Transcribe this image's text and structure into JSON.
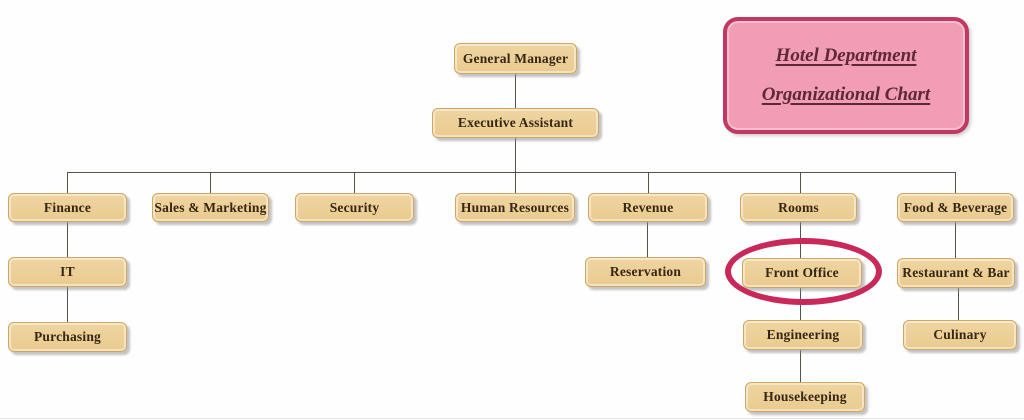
{
  "title_box": {
    "line1": "Hotel Department",
    "line2": "Organizational Chart"
  },
  "nodes": {
    "general_manager": "General Manager",
    "executive_assistant": "Executive Assistant",
    "finance": "Finance",
    "sales_marketing": "Sales & Marketing",
    "security": "Security",
    "human_resources": "Human Resources",
    "revenue": "Revenue",
    "rooms": "Rooms",
    "food_beverage": "Food & Beverage",
    "it": "IT",
    "purchasing": "Purchasing",
    "reservation": "Reservation",
    "front_office": "Front Office",
    "engineering": "Engineering",
    "housekeeping": "Housekeeping",
    "restaurant_bar": "Restaurant & Bar",
    "culinary": "Culinary"
  },
  "hierarchy": [
    {
      "parent": "General Manager",
      "children": [
        "Executive Assistant"
      ]
    },
    {
      "parent": "Executive Assistant",
      "children": [
        "Finance",
        "Sales & Marketing",
        "Security",
        "Human Resources",
        "Revenue",
        "Rooms",
        "Food & Beverage"
      ]
    },
    {
      "parent": "Finance",
      "children": [
        "IT"
      ]
    },
    {
      "parent": "IT",
      "children": [
        "Purchasing"
      ]
    },
    {
      "parent": "Revenue",
      "children": [
        "Reservation"
      ]
    },
    {
      "parent": "Rooms",
      "children": [
        "Front Office"
      ]
    },
    {
      "parent": "Front Office",
      "children": [
        "Engineering"
      ]
    },
    {
      "parent": "Engineering",
      "children": [
        "Housekeeping"
      ]
    },
    {
      "parent": "Food & Beverage",
      "children": [
        "Restaurant & Bar"
      ]
    },
    {
      "parent": "Restaurant & Bar",
      "children": [
        "Culinary"
      ]
    }
  ],
  "annotation": {
    "type": "ellipse-highlight",
    "target": "Front Office",
    "color": "#c9295a"
  },
  "colors": {
    "node_fill": "#ecce97",
    "node_border": "#d0a660",
    "node_text": "#362713",
    "connector": "#54534a",
    "title_fill": "#f09db5",
    "title_border": "#bf3a62",
    "title_text": "#5e2836",
    "highlight": "#c9295a",
    "background": "#fefefe"
  }
}
